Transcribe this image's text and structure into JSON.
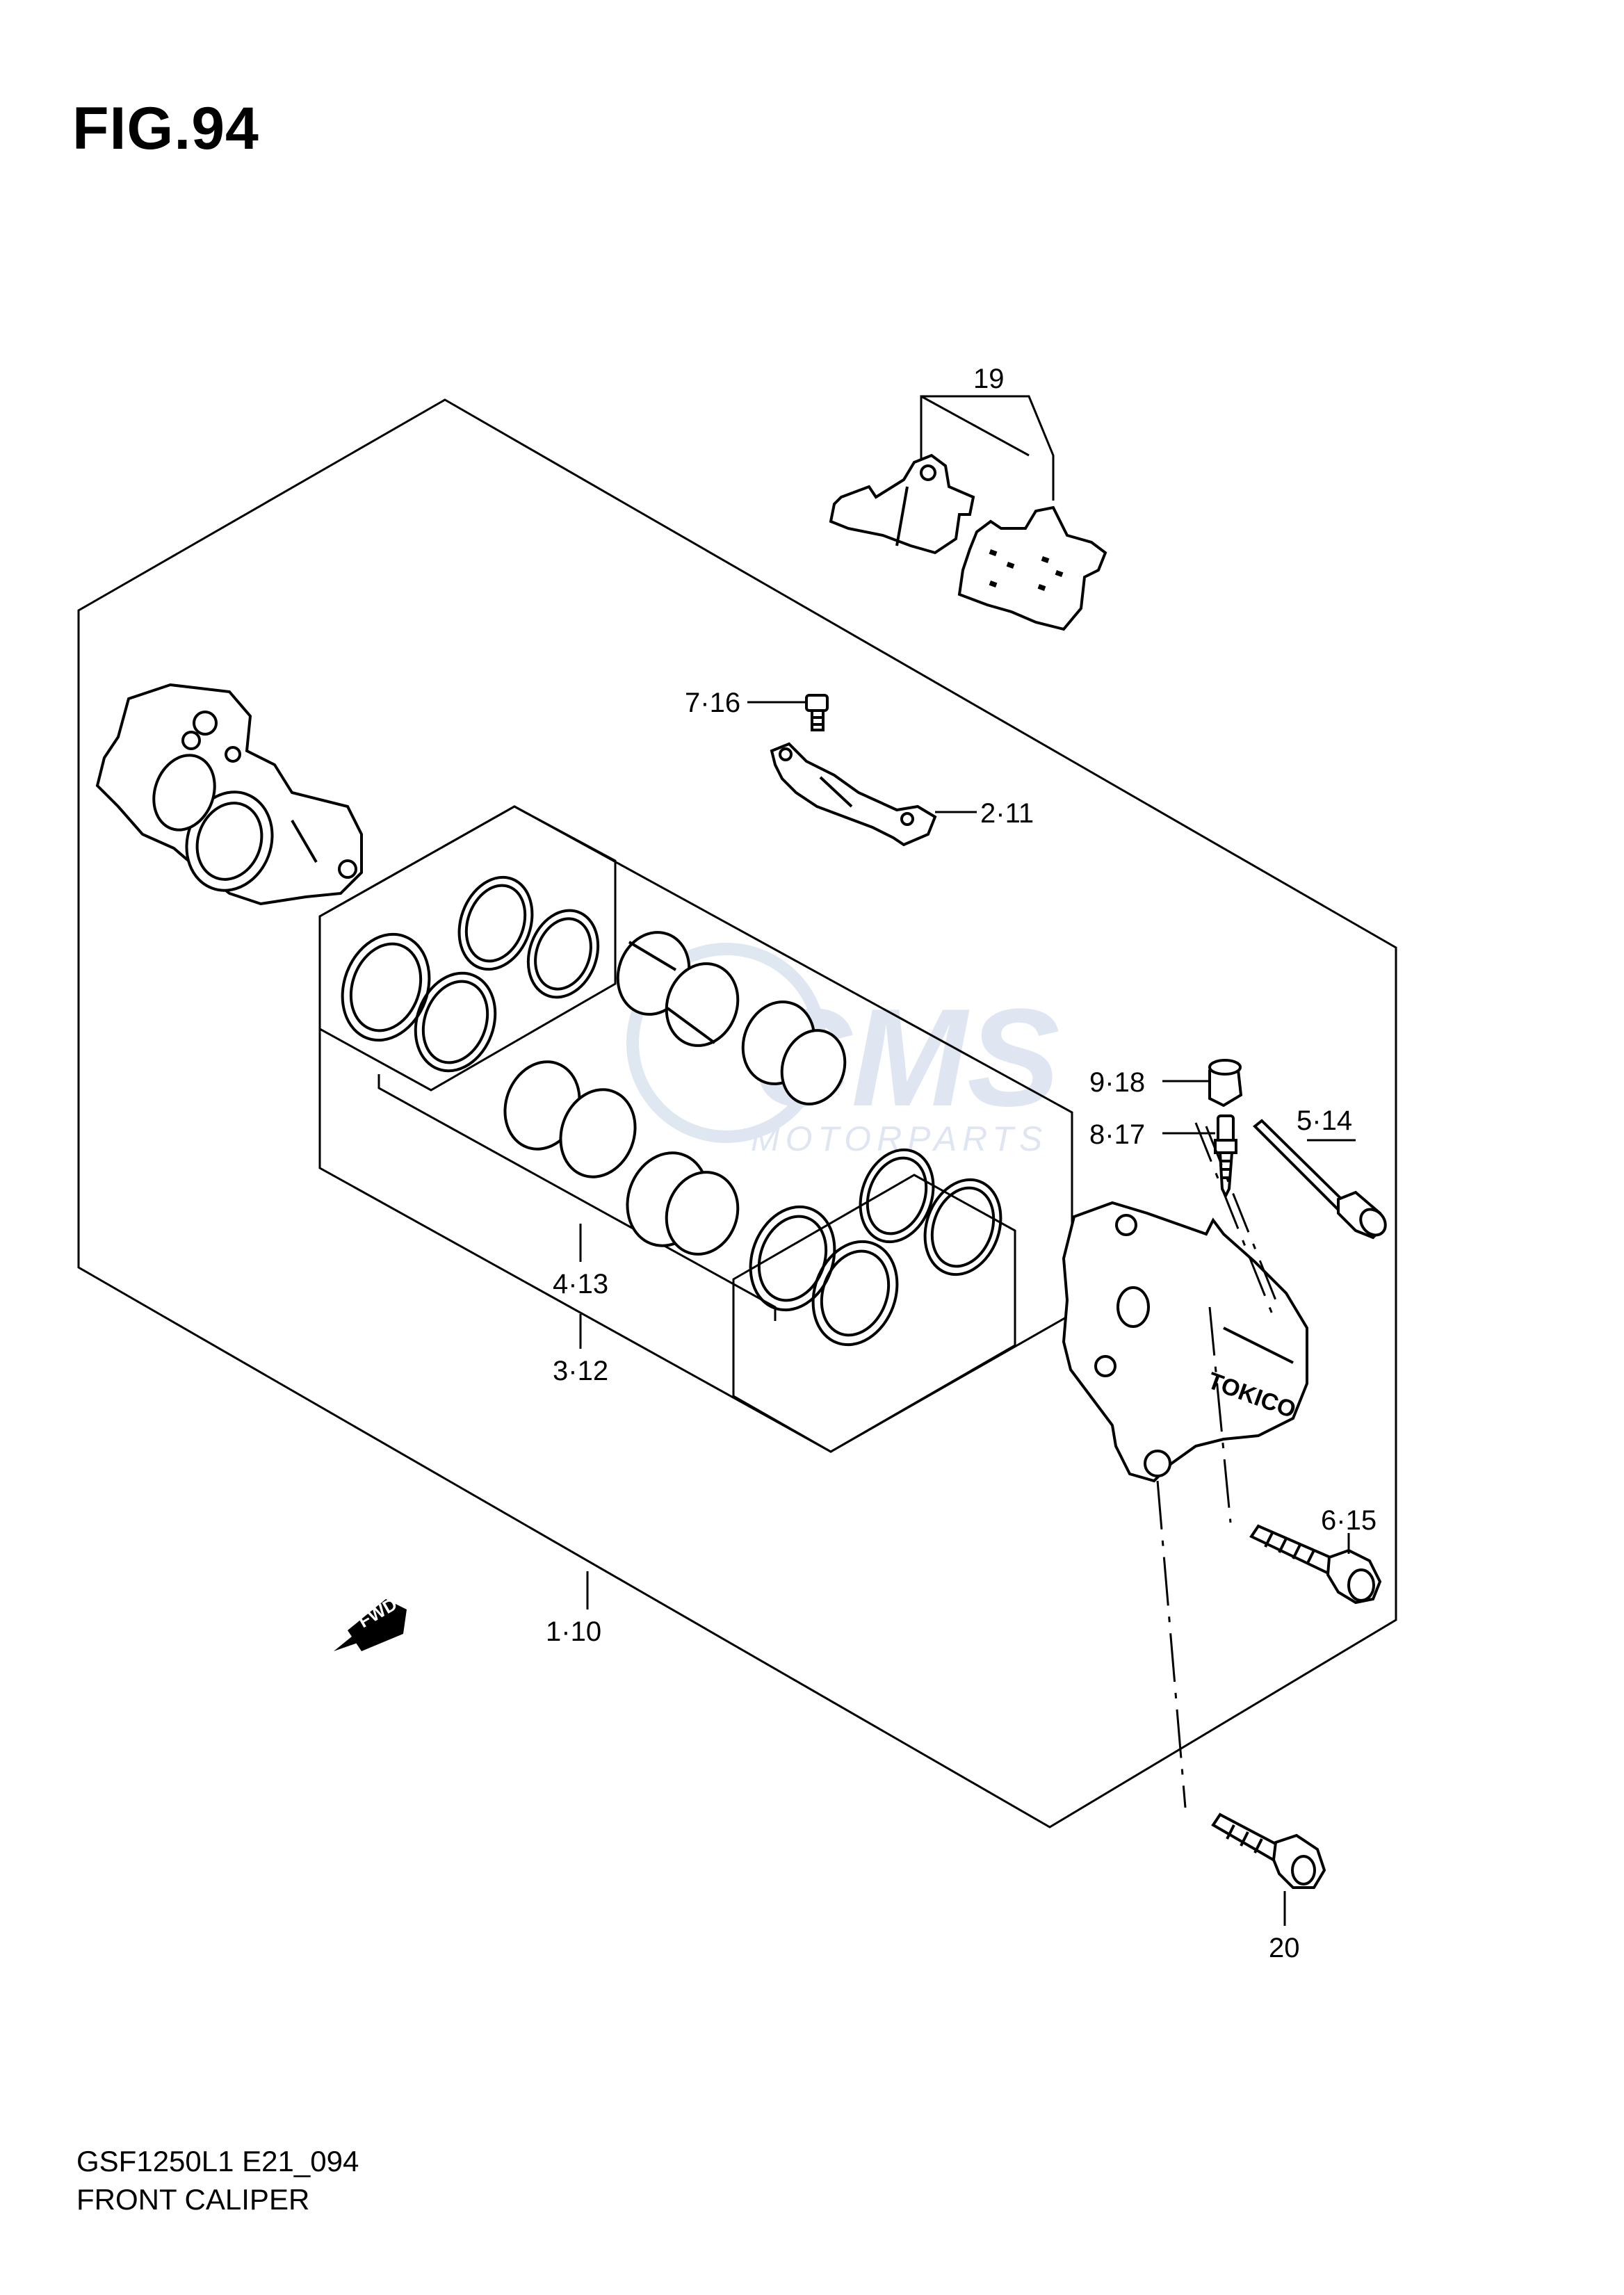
{
  "figure": {
    "title": "FIG.94"
  },
  "labels": {
    "l19": "19",
    "l7_16": "7·16",
    "l2_11": "2·11",
    "l9_18": "9·18",
    "l5_14": "5·14",
    "l8_17": "8·17",
    "l4_13": "4·13",
    "l3_12": "3·12",
    "l6_15": "6·15",
    "l1_10": "1·10",
    "l20": "20"
  },
  "stamps": {
    "caliper_text": "TOKICO",
    "fwd": "FWD"
  },
  "watermark": {
    "brand": "CMS",
    "sub": "MOTORPARTS"
  },
  "footer": {
    "code": "GSF1250L1 E21_094",
    "name": "FRONT CALIPER"
  },
  "colors": {
    "line": "#000000",
    "watermark": "#c5d3e6"
  }
}
